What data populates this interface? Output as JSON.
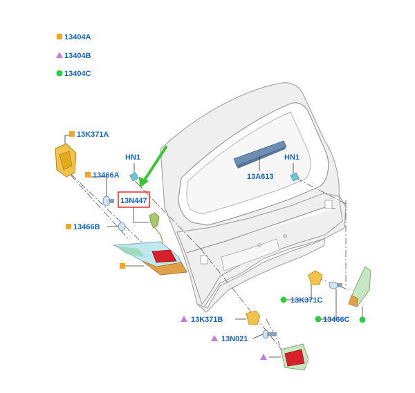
{
  "legend": [
    {
      "code": "13404A",
      "shape": "square",
      "color": "#f5a623"
    },
    {
      "code": "13404B",
      "shape": "triangle",
      "color": "#c07ce0"
    },
    {
      "code": "13404C",
      "shape": "circle",
      "color": "#2ecc40"
    }
  ],
  "callouts": {
    "p13k371a": "13K371A",
    "p13466a": "13466A",
    "p13466b": "13466B",
    "hn1_left": "HN1",
    "hn1_right": "HN1",
    "p13a613": "13A613",
    "p13n447": "13N447",
    "p13k371c": "13K371C",
    "p13466c": "13466C",
    "p13k371b": "13K371B",
    "p13n021": "13N021"
  },
  "colors": {
    "label_text": "#1565c0",
    "highlight_box": "#e53935",
    "arrow": "#39c631",
    "marker_square": "#f5a623",
    "marker_triangle": "#c07ce0",
    "marker_circle": "#2ecc40"
  },
  "highlight": {
    "target": "13N447"
  }
}
